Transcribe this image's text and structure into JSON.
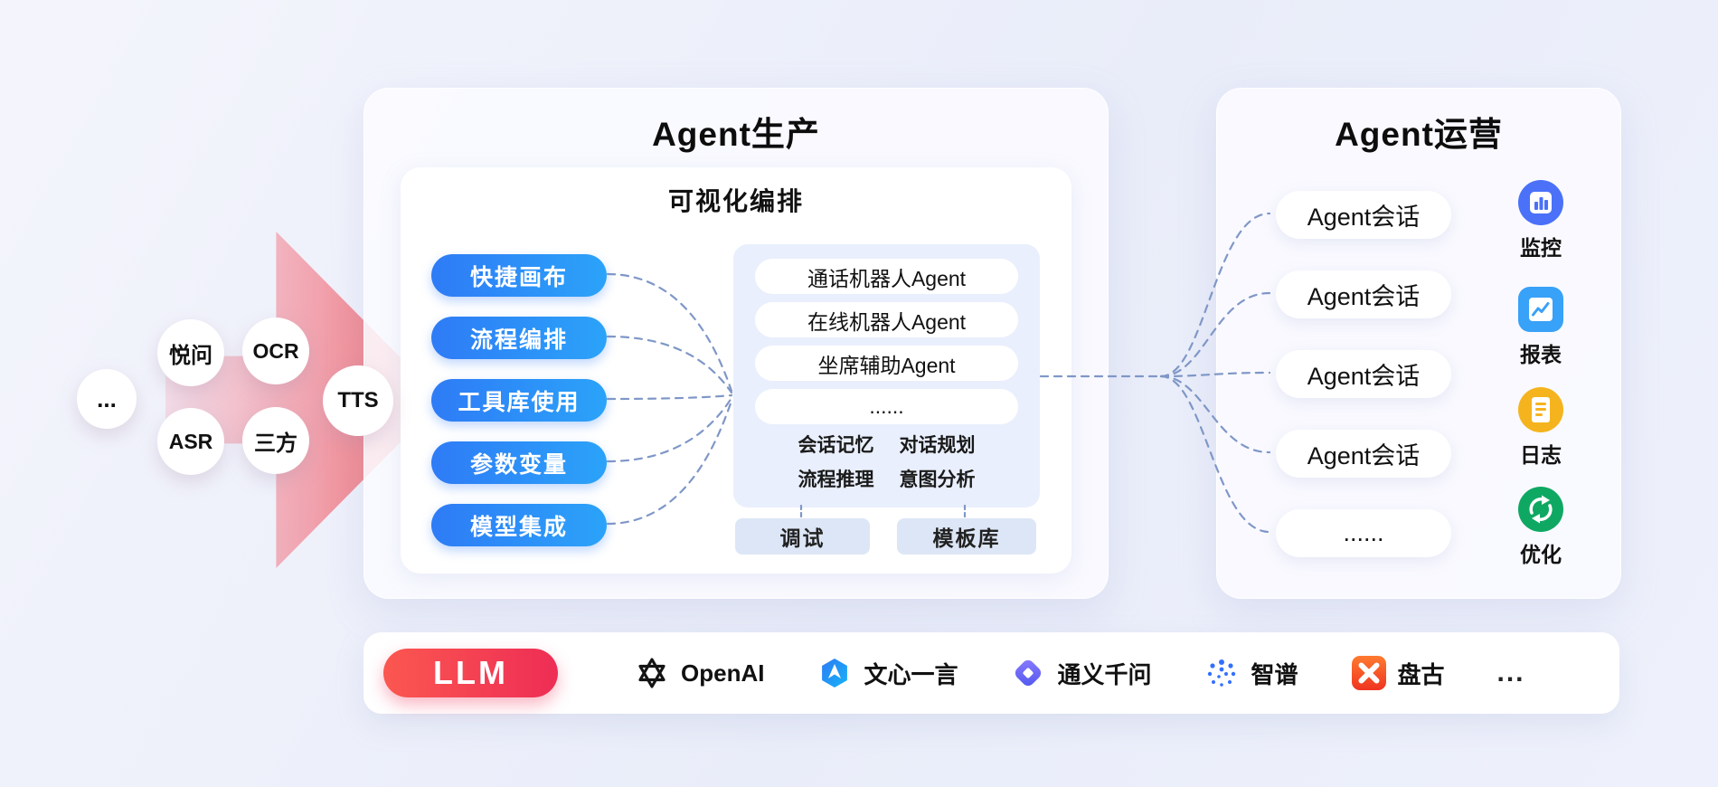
{
  "sources": {
    "dots": "...",
    "items": [
      "悦问",
      "OCR",
      "ASR",
      "三方",
      "TTS"
    ]
  },
  "production": {
    "title": "Agent生产",
    "card_title": "可视化编排",
    "tools": [
      "快捷画布",
      "流程编排",
      "工具库使用",
      "参数变量",
      "模型集成"
    ],
    "agent_types": [
      "通话机器人Agent",
      "在线机器人Agent",
      "坐席辅助Agent",
      "......"
    ],
    "capabilities": [
      "会话记忆",
      "对话规划",
      "流程推理",
      "意图分析"
    ],
    "actions": [
      "调试",
      "模板库"
    ]
  },
  "operations": {
    "title": "Agent运营",
    "sessions": [
      "Agent会话",
      "Agent会话",
      "Agent会话",
      "Agent会话",
      "......"
    ],
    "features": [
      {
        "label": "监控",
        "icon": "monitor-icon",
        "color": "#4a71f8"
      },
      {
        "label": "报表",
        "icon": "report-icon",
        "color": "#38a1f8"
      },
      {
        "label": "日志",
        "icon": "log-icon",
        "color": "#f5b41d"
      },
      {
        "label": "优化",
        "icon": "optimize-icon",
        "color": "#0fa863"
      }
    ]
  },
  "llm_bar": {
    "label": "LLM",
    "providers": [
      {
        "name": "OpenAI",
        "icon": "openai-icon"
      },
      {
        "name": "文心一言",
        "icon": "wenxin-icon"
      },
      {
        "name": "通义千问",
        "icon": "tongyi-icon"
      },
      {
        "name": "智谱",
        "icon": "zhipu-icon"
      },
      {
        "name": "盘古",
        "icon": "pangu-icon"
      }
    ],
    "more": "..."
  },
  "colors": {
    "accent_blue": "#2e7bf6",
    "panel_blue": "#e9effc",
    "llm_red": "#ee2d55",
    "dash": "#7f97c7",
    "arrow_red": "#f04846"
  }
}
